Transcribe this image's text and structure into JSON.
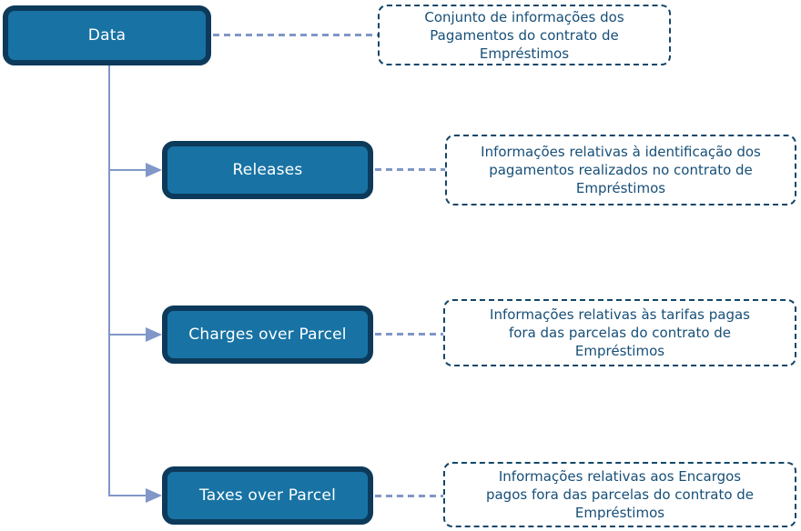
{
  "colors": {
    "node-fill": "#1873a4",
    "node-border": "#0d3a5a",
    "node-text": "#ffffff",
    "note-border": "#134669",
    "note-text": "#174f78",
    "connector": "#8097c7"
  },
  "diagram": {
    "root": {
      "label": "Data",
      "note": "Conjunto de informações dos\nPagamentos do contrato de\nEmpréstimos"
    },
    "children": [
      {
        "label": "Releases",
        "note": "Informações relativas à identificação dos\npagamentos realizados no contrato de\nEmpréstimos"
      },
      {
        "label": "Charges over Parcel",
        "note": "Informações relativas às tarifas pagas\nfora das parcelas do contrato de\nEmpréstimos"
      },
      {
        "label": "Taxes over Parcel",
        "note": "Informações relativas aos Encargos\npagos fora das parcelas do contrato de\nEmpréstimos"
      }
    ]
  }
}
